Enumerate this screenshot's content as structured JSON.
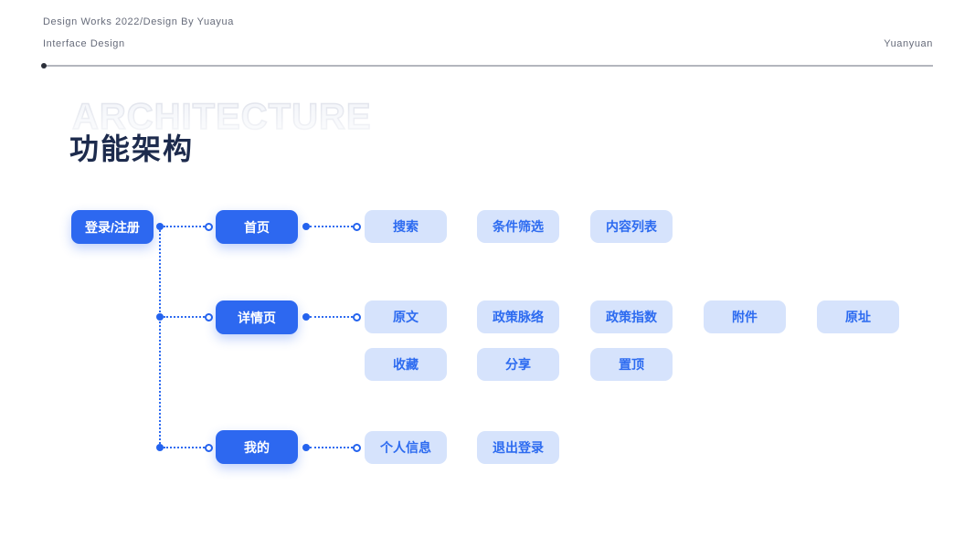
{
  "header": {
    "line1": "Design Works 2022/Design By Yuayua",
    "line2": "Interface Design",
    "author": "Yuanyuan"
  },
  "title": {
    "watermark": "ARCHITECTURE",
    "heading": "功能架构"
  },
  "colors": {
    "primary_node_bg": "#2D68F0",
    "primary_node_text": "#FFFFFF",
    "secondary_node_bg": "#D6E3FC",
    "secondary_node_text": "#2D6BF0",
    "connector": "#2E6BF0",
    "heading_text": "#1D2B4D",
    "header_text": "#666B7A",
    "divider": "#B3B6BD"
  },
  "diagram": {
    "root": {
      "label": "登录/注册"
    },
    "branches": [
      {
        "label": "首页",
        "children": [
          "搜索",
          "条件筛选",
          "内容列表"
        ]
      },
      {
        "label": "详情页",
        "children": [
          "原文",
          "政策脉络",
          "政策指数",
          "附件",
          "原址",
          "收藏",
          "分享",
          "置顶"
        ]
      },
      {
        "label": "我的",
        "children": [
          "个人信息",
          "退出登录"
        ]
      }
    ]
  }
}
